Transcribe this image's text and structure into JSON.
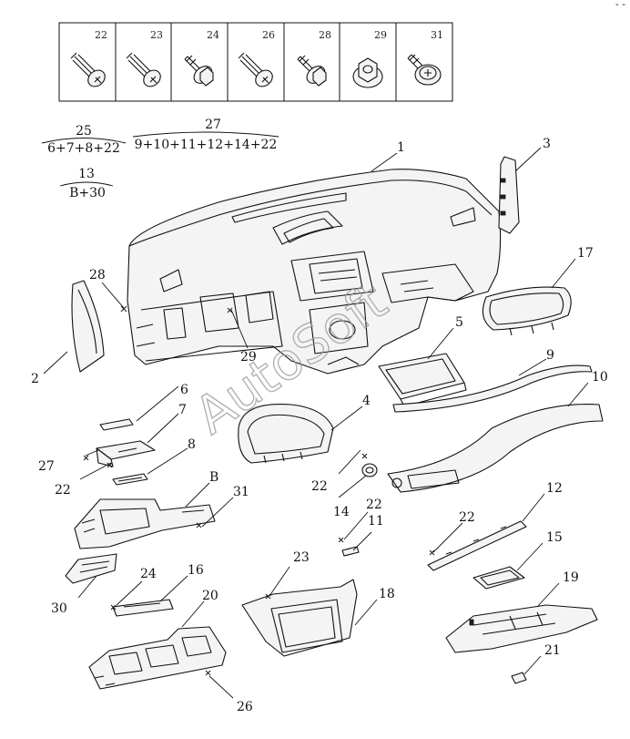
{
  "hardware_table": [
    {
      "id": "22",
      "icon": "screw-icon"
    },
    {
      "id": "23",
      "icon": "screw-icon"
    },
    {
      "id": "24",
      "icon": "flange-bolt-icon"
    },
    {
      "id": "26",
      "icon": "screw-icon"
    },
    {
      "id": "28",
      "icon": "flange-bolt-icon"
    },
    {
      "id": "29",
      "icon": "flange-nut-icon"
    },
    {
      "id": "31",
      "icon": "pan-head-screw-icon"
    }
  ],
  "assemblies": [
    {
      "id": "25",
      "components": "6+7+8+22"
    },
    {
      "id": "27",
      "components": "9+10+11+12+14+22"
    },
    {
      "id": "13",
      "components": "B+30"
    }
  ],
  "callouts": {
    "c1": "1",
    "c2": "2",
    "c3": "3",
    "c4": "4",
    "c5": "5",
    "c6": "6",
    "c7": "7",
    "c8": "8",
    "cB": "B",
    "c9": "9",
    "c10": "10",
    "c11": "11",
    "c12": "12",
    "c14": "14",
    "c15": "15",
    "c16": "16",
    "c17": "17",
    "c18": "18",
    "c19": "19",
    "c20": "20",
    "c21": "21",
    "c22a": "22",
    "c22b": "22",
    "c22c": "22",
    "c22d": "22",
    "c23": "23",
    "c24": "24",
    "c26": "26",
    "c27": "27",
    "c28": "28",
    "c29": "29",
    "c30": "30",
    "c31": "31"
  },
  "watermark": "AutoSoft",
  "corner_mark": "- -"
}
